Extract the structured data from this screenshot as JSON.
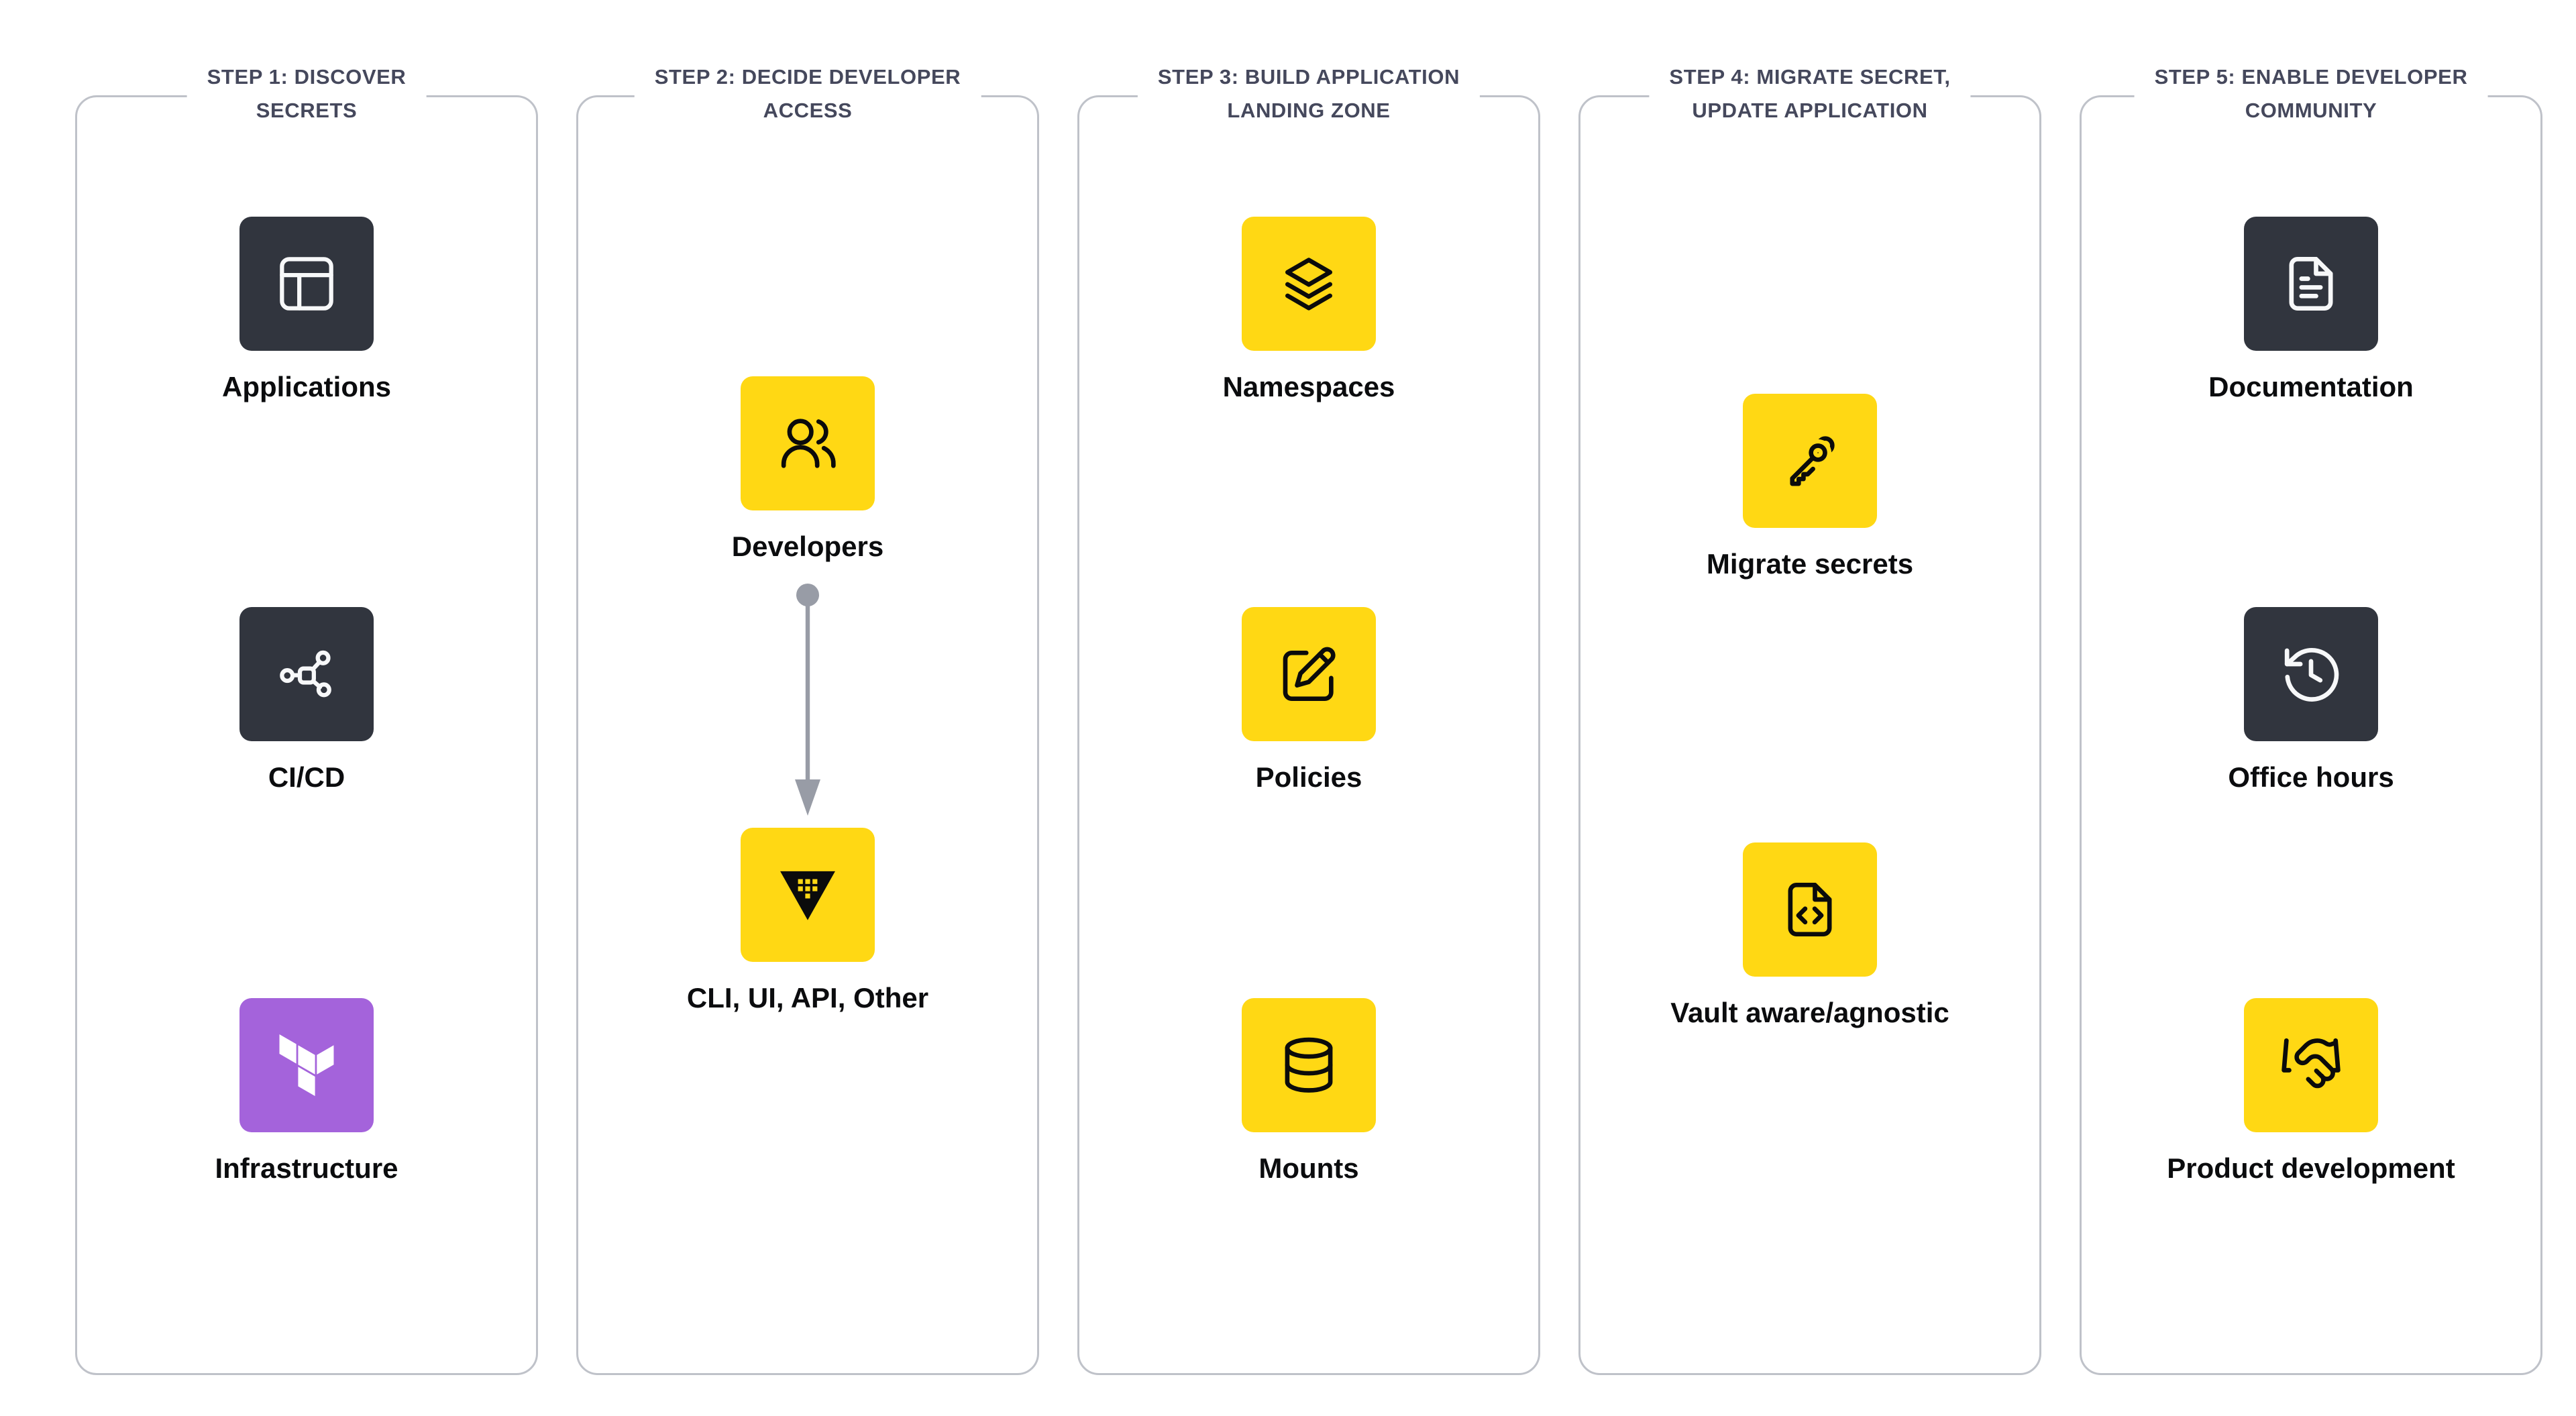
{
  "diagram": {
    "columns": [
      {
        "title_line1": "STEP 1: DISCOVER",
        "title_line2": "SECRETS",
        "items": [
          {
            "label": "Applications",
            "icon": "app-window-icon",
            "tile_color": "dark"
          },
          {
            "label": "CI/CD",
            "icon": "webhook-icon",
            "tile_color": "dark"
          },
          {
            "label": "Infrastructure",
            "icon": "terraform-icon",
            "tile_color": "purple"
          }
        ]
      },
      {
        "title_line1": "STEP 2: DECIDE DEVELOPER",
        "title_line2": "ACCESS",
        "items": [
          {
            "label": "Developers",
            "icon": "users-icon",
            "tile_color": "yellow"
          },
          {
            "label": "CLI, UI, API, Other",
            "icon": "vault-logo-icon",
            "tile_color": "yellow"
          }
        ],
        "connector": "arrow-down"
      },
      {
        "title_line1": "STEP 3: BUILD APPLICATION",
        "title_line2": "LANDING ZONE",
        "items": [
          {
            "label": "Namespaces",
            "icon": "layers-icon",
            "tile_color": "yellow"
          },
          {
            "label": "Policies",
            "icon": "edit-pen-icon",
            "tile_color": "yellow"
          },
          {
            "label": "Mounts",
            "icon": "database-icon",
            "tile_color": "yellow"
          }
        ]
      },
      {
        "title_line1": "STEP 4: MIGRATE SECRET,",
        "title_line2": "UPDATE APPLICATION",
        "items": [
          {
            "label": "Migrate secrets",
            "icon": "keys-icon",
            "tile_color": "yellow"
          },
          {
            "label": "Vault aware/agnostic",
            "icon": "file-code-icon",
            "tile_color": "yellow"
          }
        ]
      },
      {
        "title_line1": "STEP 5: ENABLE DEVELOPER",
        "title_line2": "COMMUNITY",
        "items": [
          {
            "label": "Documentation",
            "icon": "file-text-icon",
            "tile_color": "dark"
          },
          {
            "label": "Office hours",
            "icon": "history-icon",
            "tile_color": "dark"
          },
          {
            "label": "Product development",
            "icon": "handshake-icon",
            "tile_color": "yellow"
          }
        ]
      }
    ],
    "colors": {
      "yellow": "#FFD814",
      "dark": "#31353E",
      "purple": "#A463DB",
      "title_text": "#45485C",
      "label_text": "#0B0C0E",
      "column_border": "#BFC2C9",
      "arrow": "#989CA6"
    }
  }
}
